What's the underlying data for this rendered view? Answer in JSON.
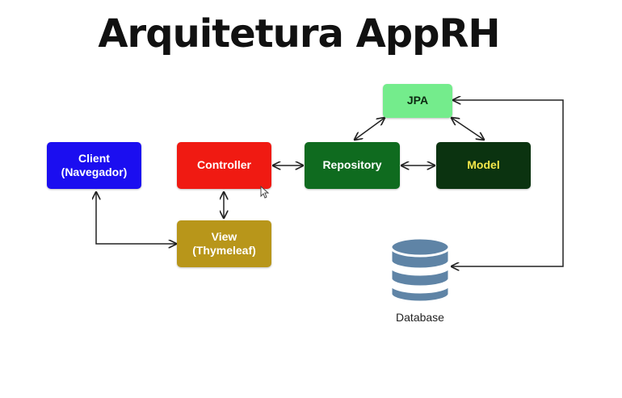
{
  "title": "Arquitetura AppRH",
  "nodes": {
    "client": {
      "label": "Client\n(Navegador)",
      "color": "#1b0ef0",
      "text_color": "#ffffff"
    },
    "controller": {
      "label": "Controller",
      "color": "#f01a12",
      "text_color": "#ffffff"
    },
    "repository": {
      "label": "Repository",
      "color": "#0f6b1f",
      "text_color": "#ffffff"
    },
    "model": {
      "label": "Model",
      "color": "#0b3310",
      "text_color": "#f5e84a"
    },
    "jpa": {
      "label": "JPA",
      "color": "#74ec8c",
      "text_color": "#0d2a12"
    },
    "view": {
      "label": "View\n(Thymeleaf)",
      "color": "#b8961a",
      "text_color": "#ffffff"
    }
  },
  "database": {
    "label": "Database",
    "color": "#5f84a6",
    "icon": "database-icon"
  },
  "edge_color": "#222222"
}
